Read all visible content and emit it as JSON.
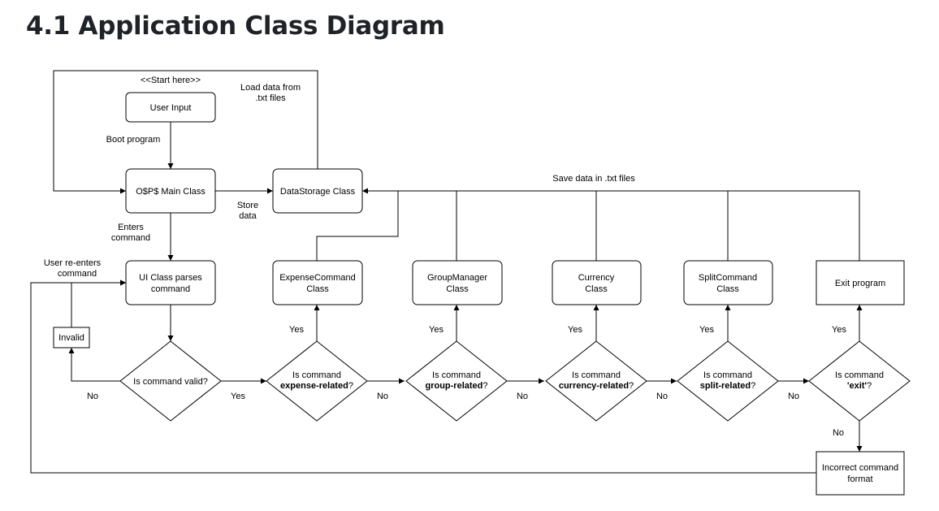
{
  "page": {
    "title": "4.1 Application Class Diagram"
  },
  "nodes": {
    "start_note": "<<Start here>>",
    "user_input": "User Input",
    "main_class": "O$P$ Main Class",
    "data_storage": "DataStorage Class",
    "ui_class": [
      "UI Class parses",
      "command"
    ],
    "invalid": "Invalid",
    "expense_class": [
      "ExpenseCommand",
      "Class"
    ],
    "group_class": [
      "GroupManager",
      "Class"
    ],
    "currency_class": [
      "Currency",
      "Class"
    ],
    "split_class": [
      "SplitCommand",
      "Class"
    ],
    "exit_program": "Exit program",
    "incorrect_format": [
      "Incorrect command",
      "format"
    ]
  },
  "decisions": {
    "valid": "Is command valid?",
    "expense": {
      "prefix": "Is command",
      "keyword": "expense-related",
      "suffix": "?"
    },
    "group": {
      "prefix": "Is command",
      "keyword": "group-related",
      "suffix": "?"
    },
    "currency": {
      "prefix": "Is command",
      "keyword": "currency-related",
      "suffix": "?"
    },
    "split": {
      "prefix": "Is command",
      "keyword": "split-related",
      "suffix": "?"
    },
    "exit": {
      "prefix": "Is command",
      "keyword": "'exit'",
      "suffix": "?"
    }
  },
  "edge_labels": {
    "load_data": [
      "Load data from",
      ".txt files"
    ],
    "boot_program": "Boot program",
    "store_data": [
      "Store",
      "data"
    ],
    "enters_command": [
      "Enters",
      "command"
    ],
    "reenters_command": [
      "User re-enters",
      "command"
    ],
    "save_data": "Save data in .txt files",
    "yes": "Yes",
    "no": "No"
  }
}
